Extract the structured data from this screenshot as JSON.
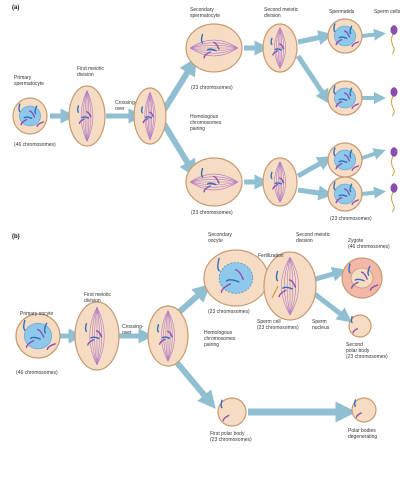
{
  "panel_a": {
    "tag": "(a)",
    "labels": {
      "primary_spermatocyte": [
        "Primary",
        "spermatocyte"
      ],
      "first_meiotic_division": [
        "First meiotic",
        "division"
      ],
      "crossing_over": [
        "Crossing-",
        "over"
      ],
      "secondary_spermatocyte": [
        "Secondary",
        "spermatocyte"
      ],
      "second_meiotic_division": [
        "Second meiotic",
        "division"
      ],
      "spermatids": "Spermatids",
      "sperm_cells": "Sperm cells",
      "homologous_pairing": [
        "Homologous",
        "chromosomes",
        "pairing"
      ],
      "count_46": "(46 chromosomes)",
      "count_23_top": "(23 chromosomes)",
      "count_23_bottom": "(23 chromosomes)",
      "count_23_right": "(23 chromosomes)"
    }
  },
  "panel_b": {
    "tag": "(b)",
    "labels": {
      "secondary_oocyte": [
        "Secondary",
        "oocyte"
      ],
      "fertilization": "Fertilization",
      "second_meiotic_division": [
        "Second meiotic",
        "division"
      ],
      "zygote": [
        "Zygote",
        "(46 chromosomes)"
      ],
      "primary_oocyte": "Primary oocyte",
      "first_meiotic_division": [
        "First meiotic",
        "division"
      ],
      "crossing_over": [
        "Crossing-",
        "over"
      ],
      "count_23_top": "(23 chromosomes)",
      "sperm_cell": [
        "Sperm cell",
        "(23 chromosomes)"
      ],
      "sperm_nucleus": [
        "Sperm",
        "nucleus"
      ],
      "homologous_pairing": [
        "Homologous",
        "chromosomes",
        "pairing"
      ],
      "second_polar_body": [
        "Second",
        "polar body",
        "(23 chromosomes)"
      ],
      "count_46": "(46 chromosomes)",
      "first_polar_body": [
        "First polar body",
        "(23 chromosomes)"
      ],
      "polar_bodies": [
        "Polar bodies",
        "degenerating"
      ]
    }
  },
  "colors": {
    "cell_fill": "#f6dcc3",
    "cell_edge": "#c79a73",
    "nucleus": "#8ec8ea",
    "chromosome_blue": "#2f6fb8",
    "chromosome_purple": "#8a4fb0",
    "spindle": "#b07ac7",
    "arrow": "#8fbfd0",
    "zygote": "#f3b8a8"
  }
}
